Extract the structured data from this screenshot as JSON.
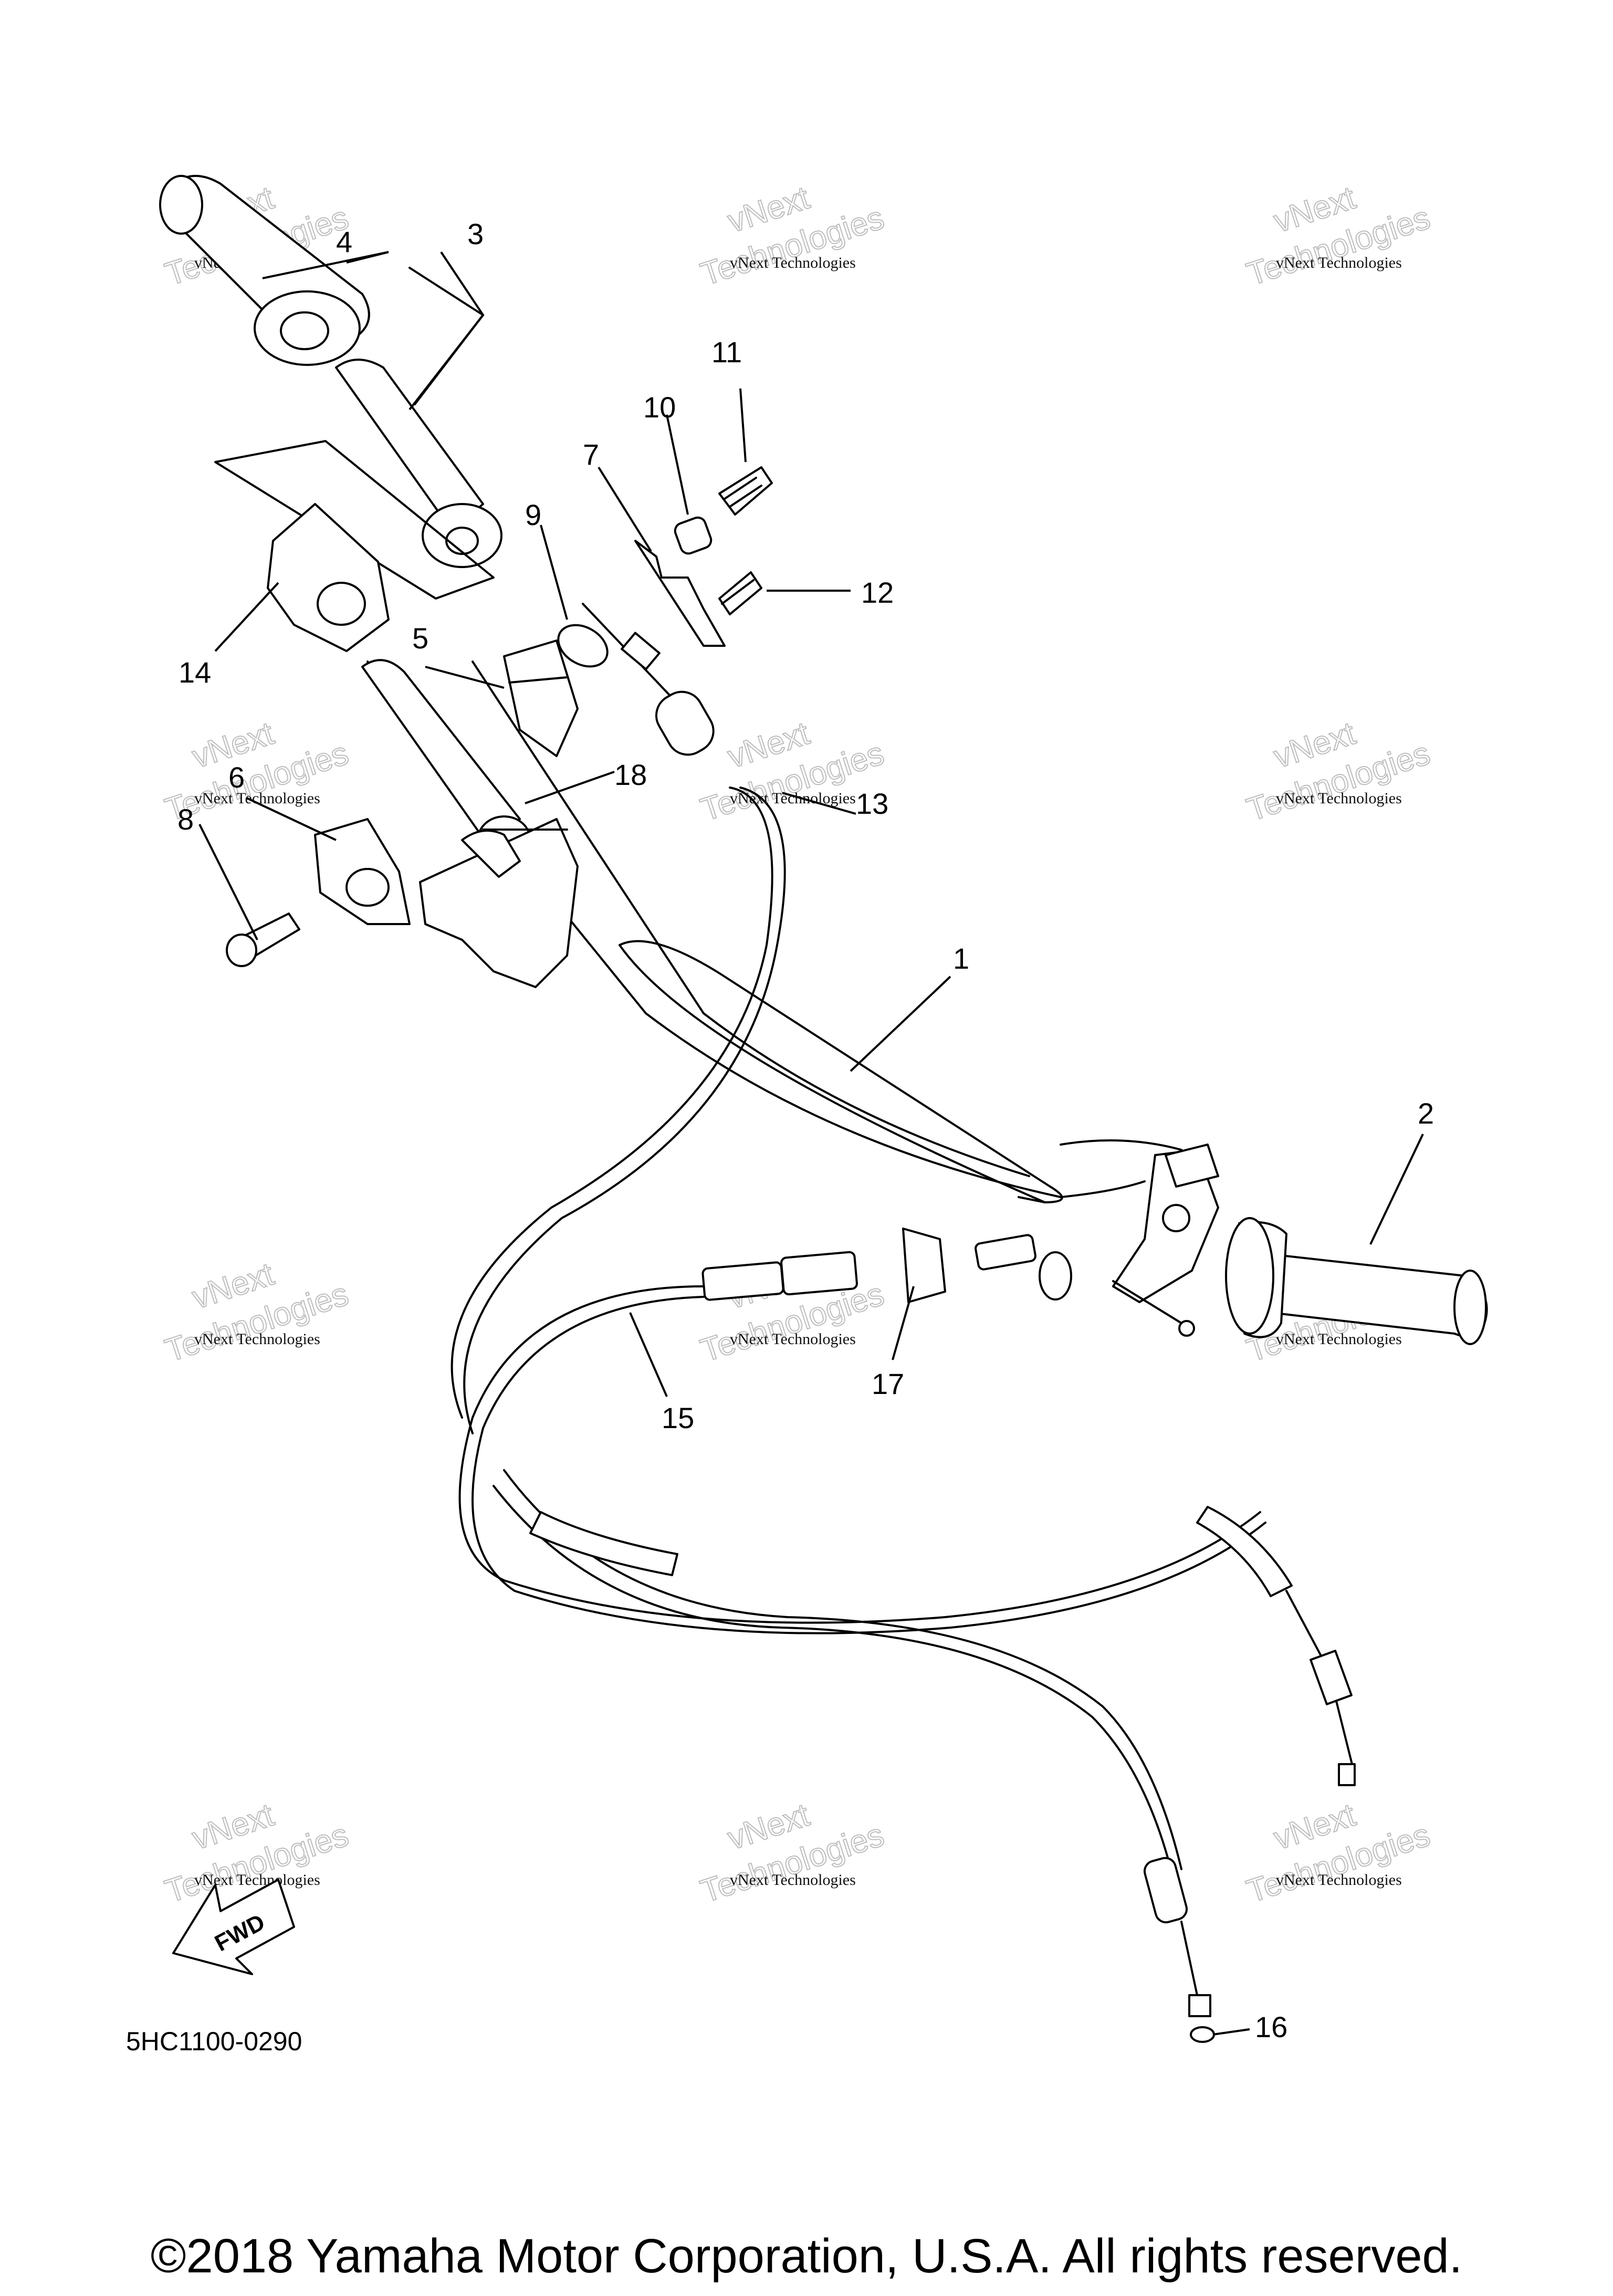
{
  "diagram": {
    "callouts": [
      "1",
      "2",
      "3",
      "4",
      "5",
      "6",
      "7",
      "8",
      "9",
      "10",
      "11",
      "12",
      "13",
      "14",
      "15",
      "16",
      "17",
      "18"
    ],
    "drawing_code": "5HC1100-0290",
    "direction_label": "FWD",
    "copyright": "©2018 Yamaha Motor Corporation, U.S.A. All rights reserved."
  },
  "watermark": {
    "small": "vNext Technologies",
    "large_top": "vNext",
    "large_bottom": "Technologies"
  },
  "colors": {
    "line": "#000000",
    "background": "#ffffff",
    "watermark": "#bdbdbd"
  }
}
